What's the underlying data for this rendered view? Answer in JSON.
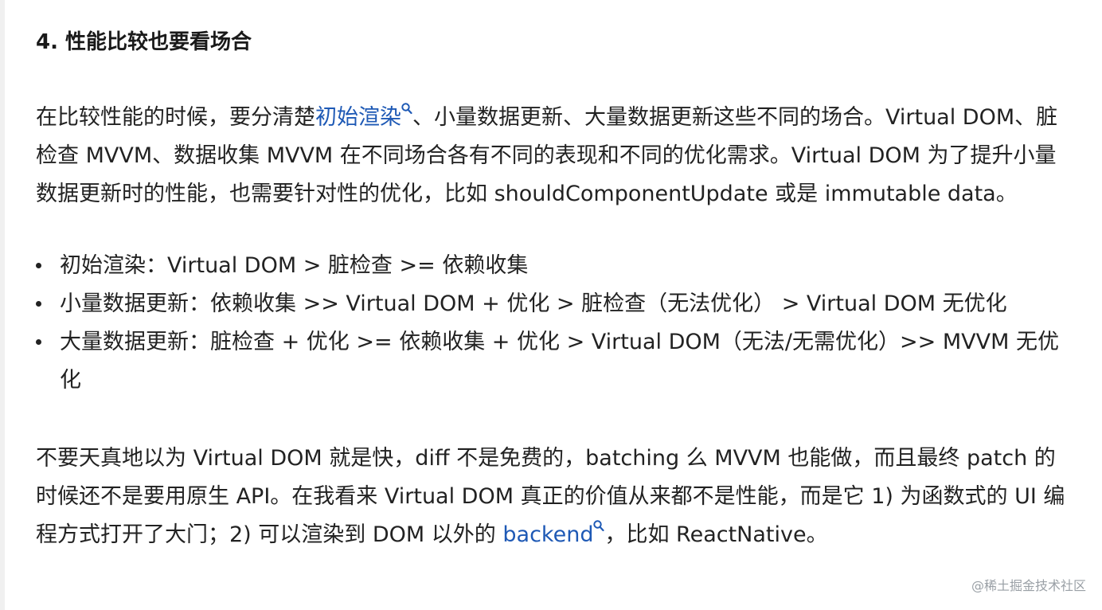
{
  "heading": "4. 性能比较也要看场合",
  "para1": {
    "before_link": "在比较性能的时候，要分清楚",
    "link": "初始渲染",
    "after_link": "、小量数据更新、大量数据更新这些不同的场合。Virtual DOM、脏检查 MVVM、数据收集 MVVM 在不同场合各有不同的表现和不同的优化需求。Virtual DOM 为了提升小量数据更新时的性能，也需要针对性的优化，比如 shouldComponentUpdate 或是 immutable data。"
  },
  "bullets": [
    "初始渲染：Virtual DOM > 脏检查 >= 依赖收集",
    "小量数据更新：依赖收集 >> Virtual DOM + 优化 > 脏检查（无法优化） > Virtual DOM 无优化",
    "大量数据更新：脏检查 + 优化 >= 依赖收集 + 优化 > Virtual DOM（无法/无需优化）>> MVVM 无优化"
  ],
  "para2": {
    "before_link": "不要天真地以为 Virtual DOM 就是快，diff 不是免费的，batching 么 MVVM 也能做，而且最终 patch 的时候还不是要用原生 API。在我看来 Virtual DOM 真正的价值从来都不是性能，而是它 1) 为函数式的 UI 编程方式打开了大门；2) 可以渲染到 DOM 以外的 ",
    "link": "backend",
    "after_link": "，比如 ReactNative。"
  },
  "watermark": "@稀土掘金技术社区",
  "colors": {
    "link": "#1e59b5",
    "text": "#222222"
  }
}
